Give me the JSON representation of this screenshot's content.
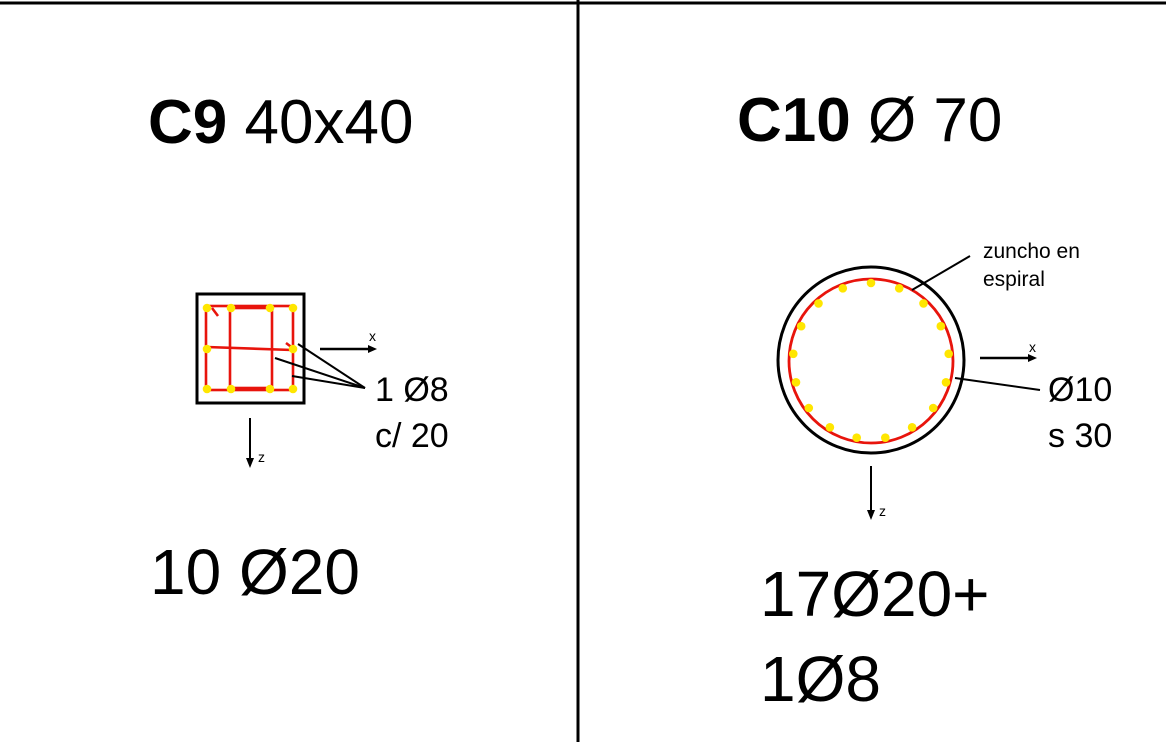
{
  "left": {
    "title_id": "C9",
    "title_dim": "40x40",
    "stirrup_line1": "1 Ø8",
    "stirrup_line2": "c/ 20",
    "rebar": "10 Ø20",
    "axis_x": "x",
    "axis_z": "z"
  },
  "right": {
    "title_id": "C10",
    "title_dim": "Ø 70",
    "spiral_line1": "zuncho en",
    "spiral_line2": "espiral",
    "stirrup_line1": "Ø10",
    "stirrup_line2": "s 30",
    "rebar_line1": "17Ø20+",
    "rebar_line2": "1Ø8",
    "axis_x": "x",
    "axis_z": "z"
  },
  "colors": {
    "concrete_outline": "#000000",
    "stirrup": "#e8140c",
    "bar": "#ffe600"
  }
}
